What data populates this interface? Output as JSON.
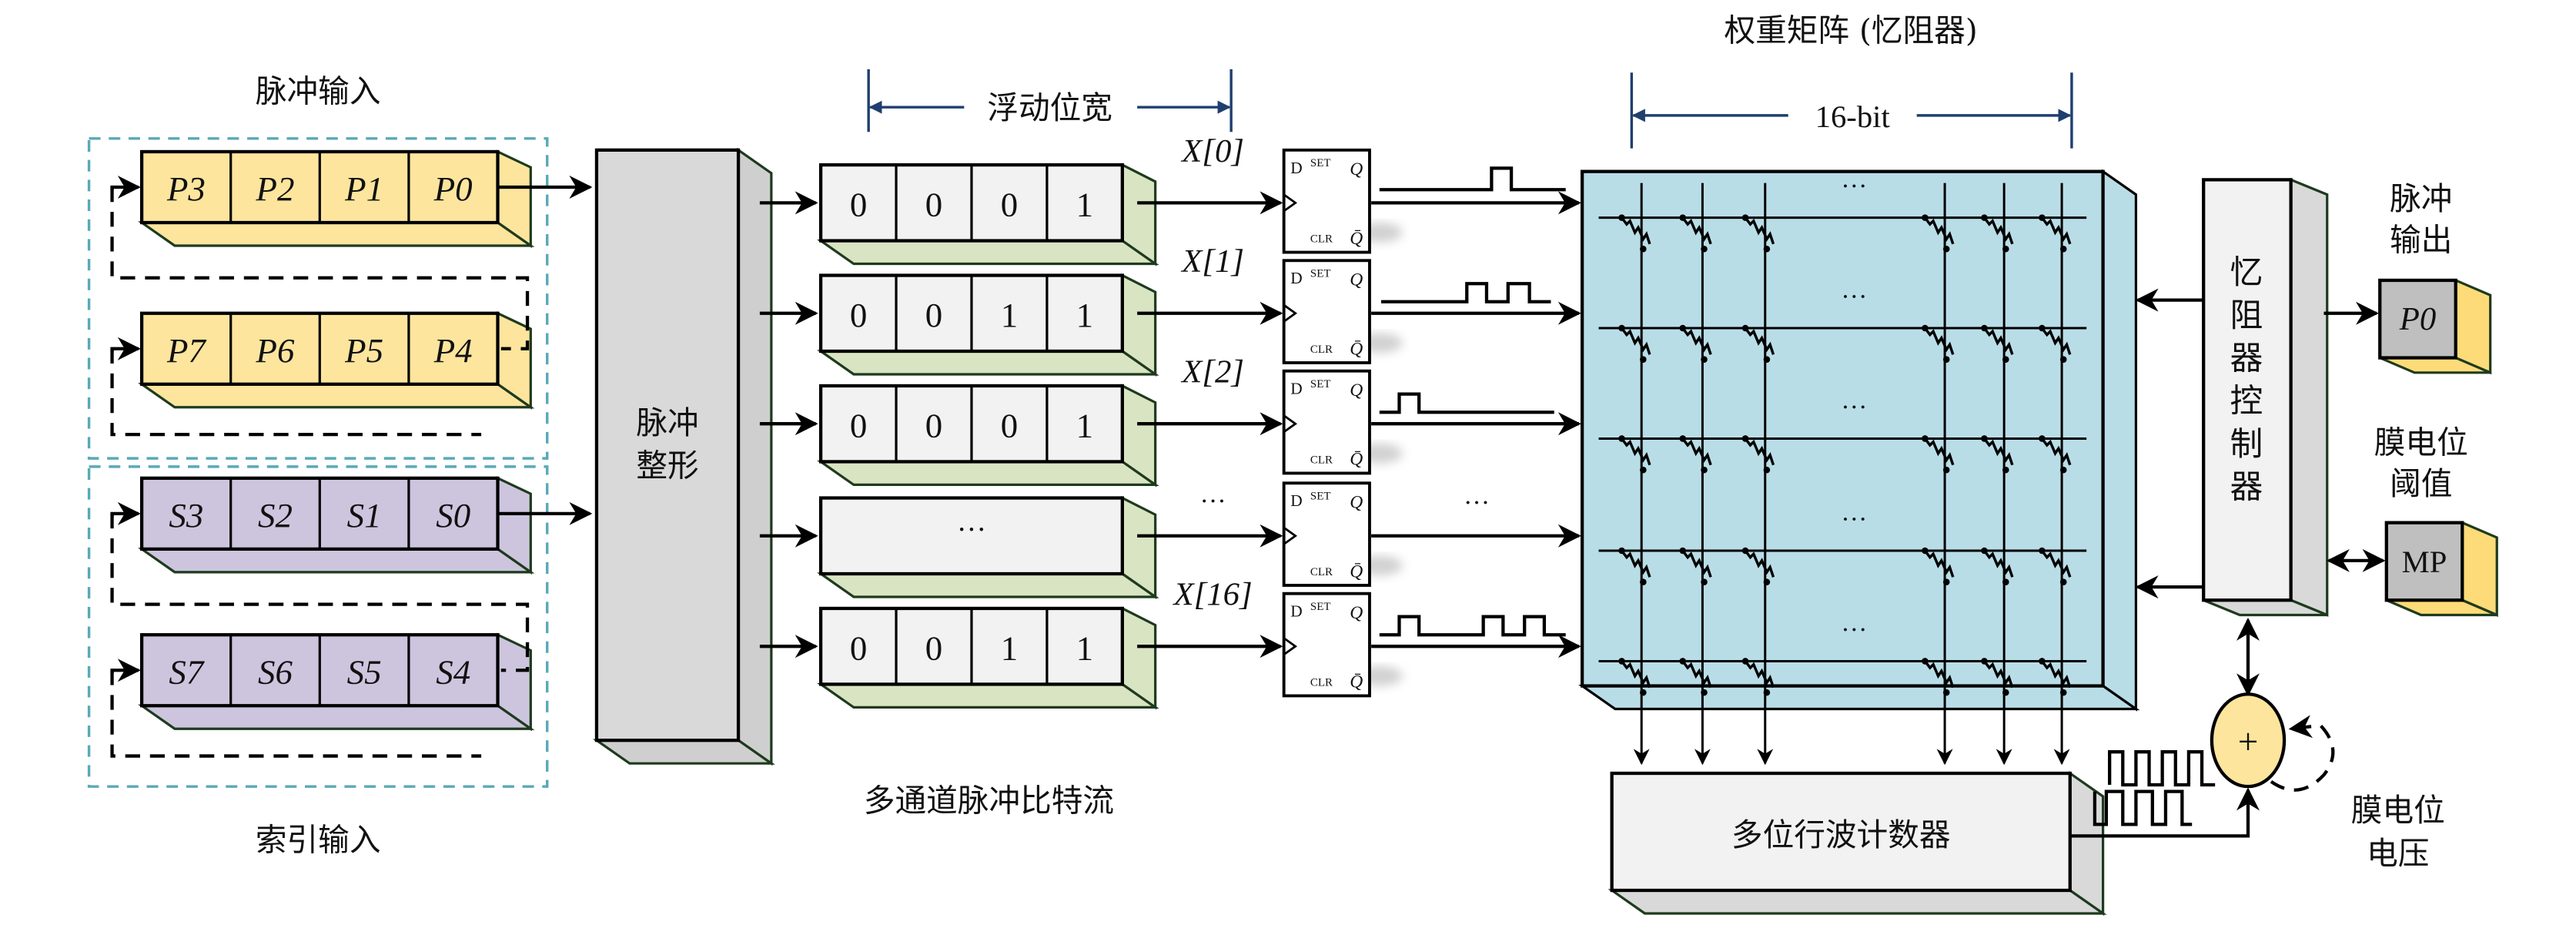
{
  "labels": {
    "pulse_input": "脉冲输入",
    "index_input": "索引输入",
    "pulse_shaping": [
      "脉冲",
      "整形"
    ],
    "floating_width": "浮动位宽",
    "multichannel_stream": "多通道脉冲比特流",
    "weight_matrix": "权重矩阵 (忆阻器)",
    "bit_width": "16-bit",
    "memristor_controller": [
      "忆",
      "阻",
      "器",
      "控",
      "制",
      "器"
    ],
    "pulse_output": [
      "脉冲",
      "输出"
    ],
    "threshold": [
      "膜电位",
      "阈值"
    ],
    "membrane_voltage": [
      "膜电位",
      "电压"
    ],
    "ripple_counter": "多位行波计数器",
    "adder_symbol": "+",
    "ellipsis": "···"
  },
  "pulse_registers": [
    {
      "cells": [
        "P3",
        "P2",
        "P1",
        "P0"
      ]
    },
    {
      "cells": [
        "P7",
        "P6",
        "P5",
        "P4"
      ]
    }
  ],
  "index_registers": [
    {
      "cells": [
        "S3",
        "S2",
        "S1",
        "S0"
      ]
    },
    {
      "cells": [
        "S7",
        "S6",
        "S5",
        "S4"
      ]
    }
  ],
  "bit_streams": [
    {
      "bits": [
        "0",
        "0",
        "0",
        "1"
      ],
      "channel": "X[0]"
    },
    {
      "bits": [
        "0",
        "0",
        "1",
        "1"
      ],
      "channel": "X[1]"
    },
    {
      "bits": [
        "0",
        "0",
        "0",
        "1"
      ],
      "channel": "X[2]"
    },
    {
      "bits": [],
      "channel": "···"
    },
    {
      "bits": [
        "0",
        "0",
        "1",
        "1"
      ],
      "channel": "X[16]"
    }
  ],
  "flip_flop": {
    "d": "D",
    "set": "SET",
    "q": "Q",
    "clr": "CLR",
    "qbar": "Q̄"
  },
  "output_register": "P0",
  "threshold_register": "MP",
  "colors": {
    "pulse_reg": "#fde59e",
    "pulse_reg_side": "#fddb78",
    "index_reg": "#cdc5dd",
    "stream_front": "#f2f2f2",
    "stream_side": "#d9e4c2",
    "matrix": "#b9dde7",
    "shaper": "#d9d9d9",
    "controller": "#f2f2f2",
    "controller_side": "#d9d9d9",
    "adder": "#fde59e",
    "out_box": "#bfbfbf",
    "cyan_dash": "#5aa9b8",
    "dim_line": "#1f3f6e"
  }
}
